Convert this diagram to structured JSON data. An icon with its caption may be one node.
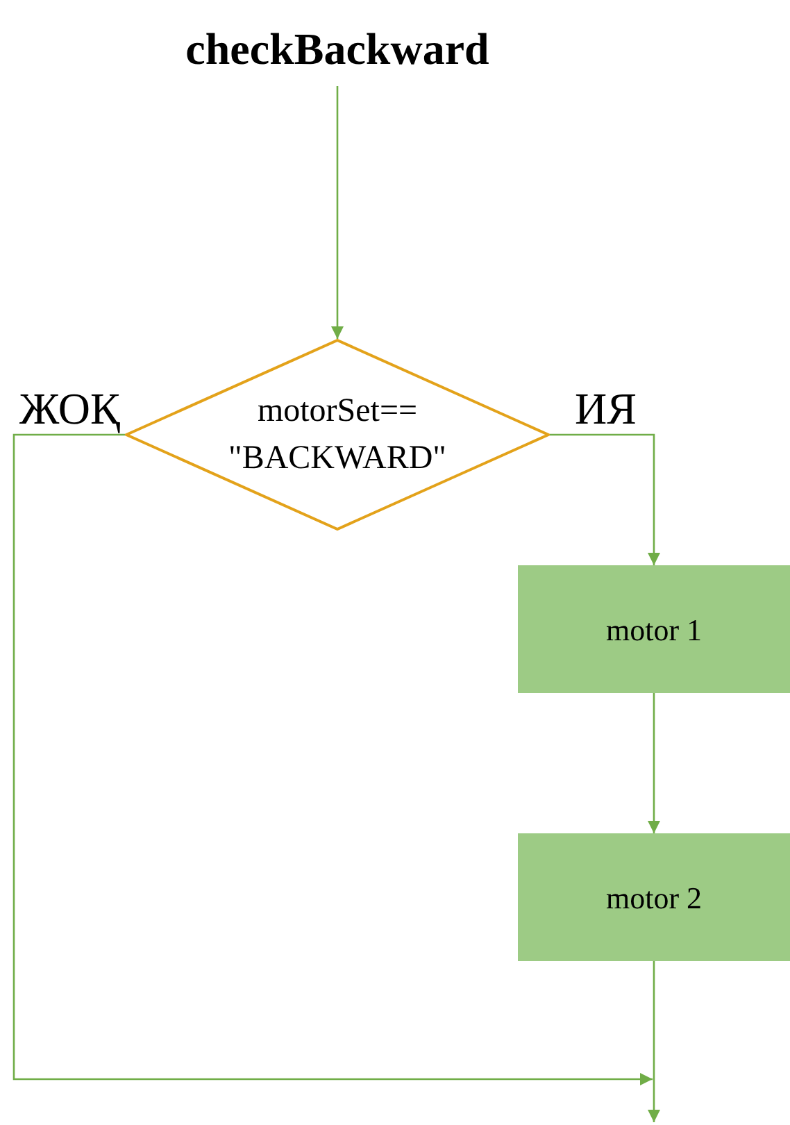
{
  "diagram": {
    "nodes": [
      {
        "text": [
          "checkBackward"
        ]
      },
      {
        "text": [
          "motorSet== \"BACKWARD\""
        ]
      },
      {
        "text": [
          "motor 1"
        ]
      },
      {
        "text": [
          "motor 2"
        ]
      }
    ],
    "edges": [
      {
        "from": 0,
        "to": 1,
        "arrow": "to"
      },
      {
        "from": 1,
        "to": null,
        "arrow": "to",
        "label": "ЖОҚ"
      },
      {
        "from": 1,
        "to": 2,
        "arrow": "to",
        "label": "ИЯ"
      },
      {
        "from": 2,
        "to": 3,
        "arrow": "to"
      },
      {
        "from": 3,
        "to": null,
        "arrow": "to"
      }
    ]
  }
}
